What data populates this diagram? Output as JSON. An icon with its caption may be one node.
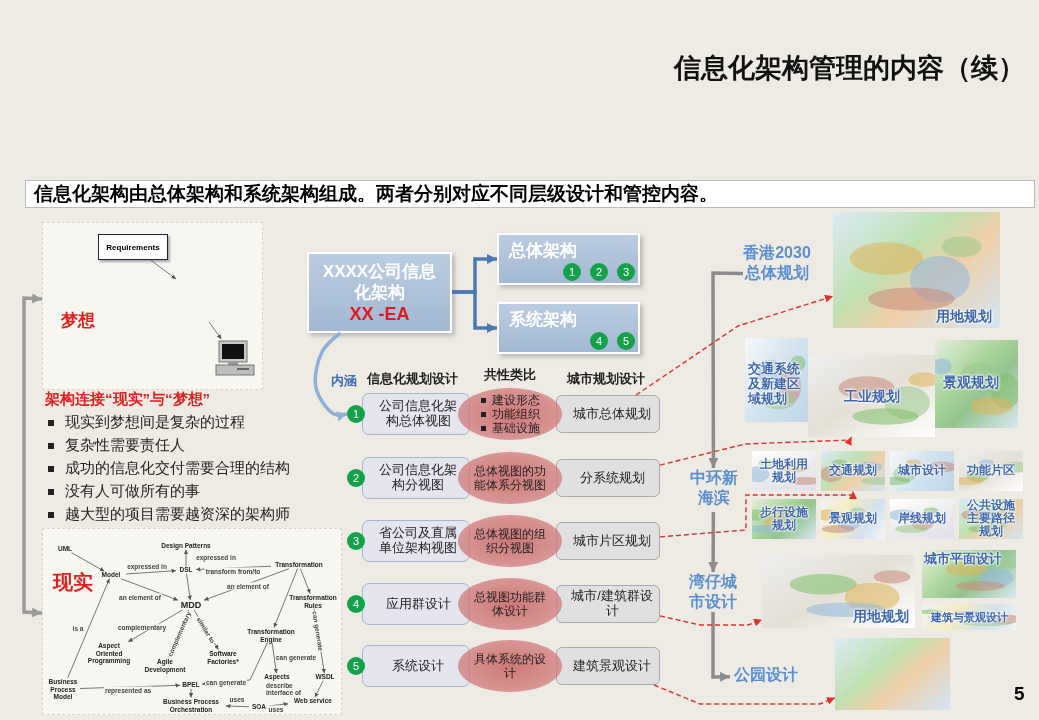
{
  "diagram": {
    "title": "信息化架构管理的内容（续）",
    "nodes": [
      {
        "text": [
          "梦想"
        ]
      },
      {
        "text": [
          "Requirements"
        ],
        "in": 0
      },
      {
        "text": [],
        "shape": "picture",
        "in": 0
      },
      {
        "text": [
          "现实"
        ]
      },
      {
        "text": [
          "UML"
        ],
        "in": 3
      },
      {
        "text": [
          "Model"
        ],
        "in": 3
      },
      {
        "text": [
          "Design Patterns"
        ],
        "in": 3
      },
      {
        "text": [
          "DSL"
        ],
        "in": 3
      },
      {
        "text": [
          "Transformation"
        ],
        "in": 3
      },
      {
        "text": [
          "MDD"
        ],
        "in": 3
      },
      {
        "text": [
          "Transformation Engine"
        ],
        "in": 3
      },
      {
        "text": [
          "Transformation Rules"
        ],
        "in": 3
      },
      {
        "text": [
          "Aspect Oriented Programming"
        ],
        "in": 3
      },
      {
        "text": [
          "Agile Development"
        ],
        "in": 3
      },
      {
        "text": [
          "Software Factories*"
        ],
        "in": 3
      },
      {
        "text": [
          "Aspects"
        ],
        "in": 3
      },
      {
        "text": [
          "WSDL"
        ],
        "in": 3
      },
      {
        "text": [
          "Business Process Model"
        ],
        "in": 3
      },
      {
        "text": [
          "BPEL"
        ],
        "in": 3
      },
      {
        "text": [
          "Web service"
        ],
        "in": 3
      },
      {
        "text": [
          "Business Process Orchestration"
        ],
        "in": 3
      },
      {
        "text": [
          "SOA"
        ],
        "in": 3
      },
      {
        "text": [
          "XXXX公司信息化架构",
          "XX -EA"
        ]
      },
      {
        "text": [
          "总体架构"
        ]
      },
      {
        "text": [
          "1"
        ],
        "in": 23
      },
      {
        "text": [
          "2"
        ],
        "in": 23
      },
      {
        "text": [
          "3"
        ],
        "in": 23
      },
      {
        "text": [
          "系统架构"
        ]
      },
      {
        "text": [
          "4"
        ],
        "in": 27
      },
      {
        "text": [
          "5"
        ],
        "in": 27
      },
      {
        "text": [
          "1"
        ]
      },
      {
        "text": [
          "公司信息化架构总体视图"
        ]
      },
      {
        "text": [
          "建设形态",
          "功能组织",
          "基础设施"
        ]
      },
      {
        "text": [
          "城市总体规划"
        ]
      },
      {
        "text": [
          "2"
        ]
      },
      {
        "text": [
          "公司信息化架构分视图"
        ]
      },
      {
        "text": [
          "总体视图的功能体系分视图"
        ]
      },
      {
        "text": [
          "分系统规划"
        ]
      },
      {
        "text": [
          "3"
        ]
      },
      {
        "text": [
          "省公司及直属单位架构视图"
        ]
      },
      {
        "text": [
          "总体视图的组织分视图"
        ]
      },
      {
        "text": [
          "城市片区规划"
        ]
      },
      {
        "text": [
          "4"
        ]
      },
      {
        "text": [
          "应用群设计"
        ]
      },
      {
        "text": [
          "总视图功能群体设计"
        ]
      },
      {
        "text": [
          "城市/建筑群设计"
        ]
      },
      {
        "text": [
          "5"
        ]
      },
      {
        "text": [
          "系统设计"
        ]
      },
      {
        "text": [
          "具体系统的设计"
        ]
      },
      {
        "text": [
          "建筑景观设计"
        ]
      },
      {
        "text": [
          "香港2030总体规划"
        ]
      },
      {
        "text": [
          "用地规划"
        ]
      },
      {
        "text": [
          "交通系统及新建区域规划"
        ]
      },
      {
        "text": [
          "工业规划"
        ]
      },
      {
        "text": [
          "景观规划"
        ]
      },
      {
        "text": [
          "中环新海滨"
        ]
      },
      {
        "text": [
          "土地利用规划"
        ]
      },
      {
        "text": [
          "交通规划"
        ]
      },
      {
        "text": [
          "城市设计"
        ]
      },
      {
        "text": [
          "功能片区"
        ]
      },
      {
        "text": [
          "步行设施规划"
        ]
      },
      {
        "text": [
          "景观规划"
        ]
      },
      {
        "text": [
          "岸线规划"
        ]
      },
      {
        "text": [
          "公共设施主要路径规划"
        ]
      },
      {
        "text": [
          "湾仔城市设计"
        ]
      },
      {
        "text": [
          "用地规划"
        ]
      },
      {
        "text": [
          "城市平面设计"
        ]
      },
      {
        "text": [
          "建筑与景观设计"
        ]
      },
      {
        "text": [
          "公园设计"
        ]
      },
      {
        "text": [],
        "shape": "picture"
      }
    ],
    "edges": [
      {
        "from": 1,
        "to": null,
        "arrow": "to"
      },
      {
        "from": null,
        "to": 2,
        "arrow": "to"
      },
      {
        "from": 3,
        "to": 0,
        "arrow": "both",
        "style": "thick",
        "color": "#9a9a9a"
      },
      {
        "from": 4,
        "to": 5,
        "arrow": "to"
      },
      {
        "from": 5,
        "to": 7,
        "arrow": "to",
        "label": "expressed in"
      },
      {
        "from": 5,
        "to": 9,
        "arrow": "to",
        "label": "an element of"
      },
      {
        "from": 7,
        "to": 6,
        "arrow": "to",
        "label": "expressed in"
      },
      {
        "from": 8,
        "to": 7,
        "arrow": "to",
        "label": "transform from/to"
      },
      {
        "from": 7,
        "to": 9,
        "arrow": "to"
      },
      {
        "from": 8,
        "to": 9,
        "arrow": "to",
        "label": "an element of"
      },
      {
        "from": 8,
        "to": 10,
        "arrow": "to"
      },
      {
        "from": 8,
        "to": 11,
        "arrow": "to"
      },
      {
        "from": 9,
        "to": 12,
        "arrow": "to",
        "label": "complementary"
      },
      {
        "from": 13,
        "to": 9,
        "arrow": "to",
        "label": "complementary"
      },
      {
        "from": 9,
        "to": 14,
        "arrow": "to",
        "label": "similar to"
      },
      {
        "from": 10,
        "to": 15,
        "arrow": "to",
        "label": "can generate"
      },
      {
        "from": 10,
        "to": 18,
        "arrow": "to",
        "label": "can generate"
      },
      {
        "from": 11,
        "to": 16,
        "arrow": "to",
        "label": "can generate"
      },
      {
        "from": 16,
        "to": 19,
        "arrow": "to",
        "label": "describe interface of"
      },
      {
        "from": 17,
        "to": 5,
        "arrow": "to",
        "label": "is a"
      },
      {
        "from": 17,
        "to": 18,
        "arrow": "to",
        "label": "represented as"
      },
      {
        "from": 18,
        "to": 20,
        "arrow": "to"
      },
      {
        "from": 21,
        "to": 20,
        "arrow": "to",
        "label": "uses"
      },
      {
        "from": 21,
        "to": 19,
        "arrow": "to",
        "label": "uses"
      },
      {
        "from": 22,
        "to": 23,
        "arrow": "to",
        "style": "thick",
        "color": "#4a7ab5"
      },
      {
        "from": 22,
        "to": 27,
        "arrow": "to",
        "style": "thick",
        "color": "#4a7ab5"
      },
      {
        "from": 22,
        "to": 30,
        "arrow": "to",
        "label": "内涵",
        "style": "thick",
        "color": "#8fb0d8"
      },
      {
        "from": 50,
        "to": 55,
        "arrow": "to",
        "style": "thick",
        "color": "#8c8c8c"
      },
      {
        "from": 55,
        "to": 64,
        "arrow": "to",
        "style": "thick",
        "color": "#8c8c8c"
      },
      {
        "from": 64,
        "to": 68,
        "arrow": "to",
        "style": "thick",
        "color": "#8c8c8c"
      },
      {
        "from": 33,
        "to": 51,
        "arrow": "to",
        "style": "dashed",
        "color": "#e0302d"
      },
      {
        "from": 37,
        "to": 53,
        "arrow": "to",
        "style": "dashed",
        "color": "#e0302d"
      },
      {
        "from": 41,
        "to": 57,
        "arrow": "to",
        "style": "dashed",
        "color": "#e0302d"
      },
      {
        "from": 45,
        "to": 65,
        "arrow": "to",
        "style": "dashed",
        "color": "#e0302d"
      },
      {
        "from": 49,
        "to": 69,
        "arrow": "to",
        "style": "dashed",
        "color": "#e0302d"
      }
    ],
    "labels": [
      "信息化架构由总体架构和系统架构组成。两者分别对应不同层级设计和管控内容。",
      "架构连接“现实”与“梦想”",
      "现实到梦想间是复杂的过程",
      "复杂性需要责任人",
      "成功的信息化交付需要合理的结构",
      "没有人可做所有的事",
      "越大型的项目需要越资深的架构师",
      "信息化规划设计",
      "共性类比",
      "城市规划设计",
      "5"
    ]
  }
}
